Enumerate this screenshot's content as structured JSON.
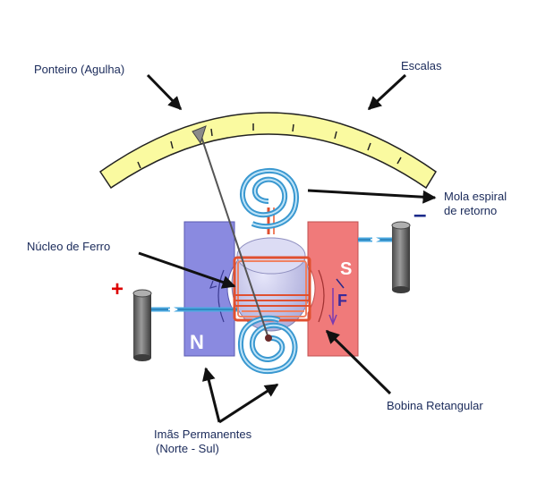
{
  "labels": {
    "pointer": "Ponteiro (Agulha)",
    "scales": "Escalas",
    "spring_line1": "Mola espiral",
    "spring_line2": "de retorno",
    "iron_core": "Núcleo de Ferro",
    "coil": "Bobina Retangular",
    "magnets_line1": "Imãs Permanentes",
    "magnets_line2": "(Norte - Sul)"
  },
  "symbols": {
    "north": "N",
    "south": "S",
    "force": "F",
    "plus": "+",
    "minus": "–"
  },
  "colors": {
    "scale_fill": "#fafaa0",
    "north_magnet": "#8a8ae0",
    "south_magnet": "#f07a7a",
    "coil": "#e05030",
    "spring": "#3a98d0",
    "core": "#c8c8ec",
    "terminal": "#6a6a6a",
    "plus": "#dd0000",
    "minus": "#1a2a8a",
    "label_text": "#1a2a5a"
  }
}
